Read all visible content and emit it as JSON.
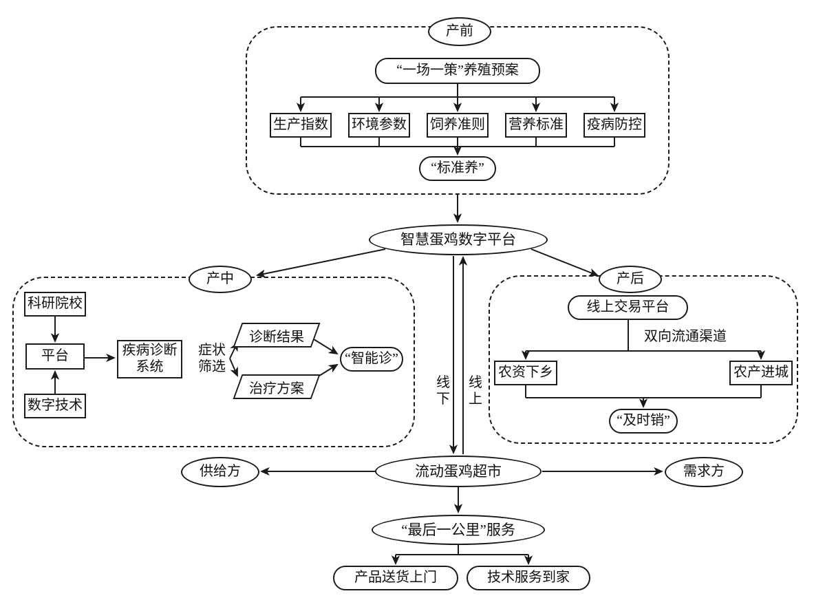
{
  "pre": {
    "stage": "产前",
    "plan": "“一场一策”养殖预案",
    "items": [
      "生产指数",
      "环境参数",
      "饲养准则",
      "营养标准",
      "疫病防控"
    ],
    "outcome": "“标准养”"
  },
  "platform": "智慧蛋鸡数字平台",
  "mid": {
    "stage": "产中",
    "research": "科研院校",
    "platform": "平台",
    "digital": "数字技术",
    "system": "疾病诊断系统",
    "screening": "症状筛选",
    "result": "诊断结果",
    "treatment": "治疗方案",
    "outcome": "“智能诊”"
  },
  "post": {
    "stage": "产后",
    "trade": "线上交易平台",
    "channel": "双向流通渠道",
    "supplies": "农资下乡",
    "produce": "农产进城",
    "outcome": "“及时销”"
  },
  "links": {
    "offline": "线下",
    "online": "线上"
  },
  "market": {
    "name": "流动蛋鸡超市",
    "supply": "供给方",
    "demand": "需求方",
    "lastmile": "“最后一公里”服务",
    "delivery": "产品送货上门",
    "service": "技术服务到家"
  }
}
